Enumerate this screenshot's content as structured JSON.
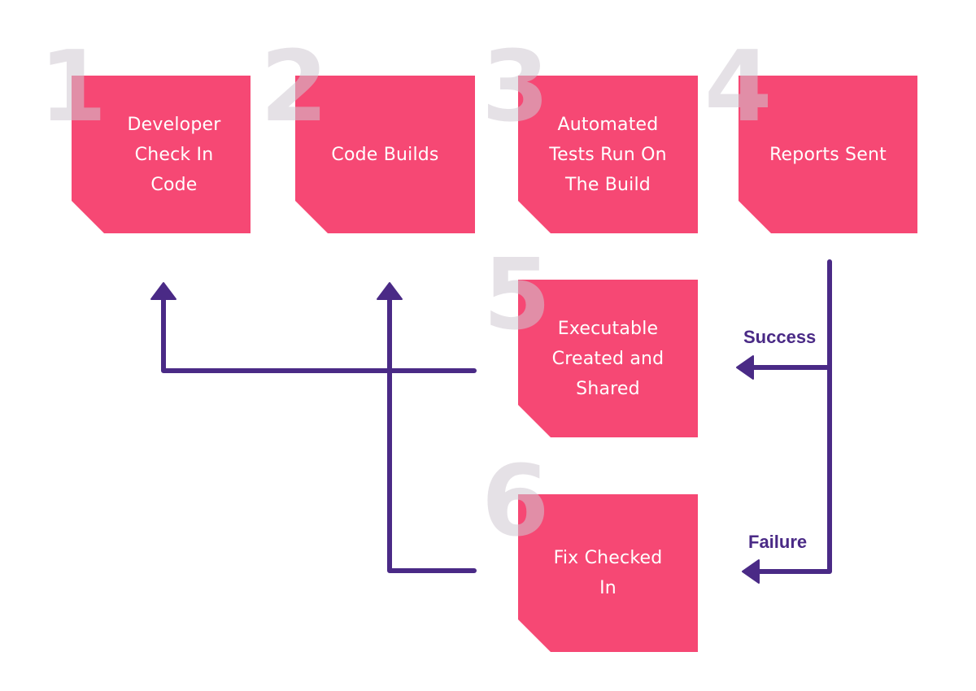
{
  "steps": [
    {
      "number": "1",
      "label": "Developer\nCheck In\nCode"
    },
    {
      "number": "2",
      "label": "Code Builds"
    },
    {
      "number": "3",
      "label": "Automated\nTests Run On\nThe Build"
    },
    {
      "number": "4",
      "label": "Reports Sent"
    },
    {
      "number": "5",
      "label": "Executable\nCreated and\nShared"
    },
    {
      "number": "6",
      "label": "Fix Checked\nIn"
    }
  ],
  "outcomes": {
    "success": "Success",
    "failure": "Failure"
  },
  "colors": {
    "box": "#f64874",
    "arrow": "#4a2a86",
    "number": "#d0c8d2"
  }
}
